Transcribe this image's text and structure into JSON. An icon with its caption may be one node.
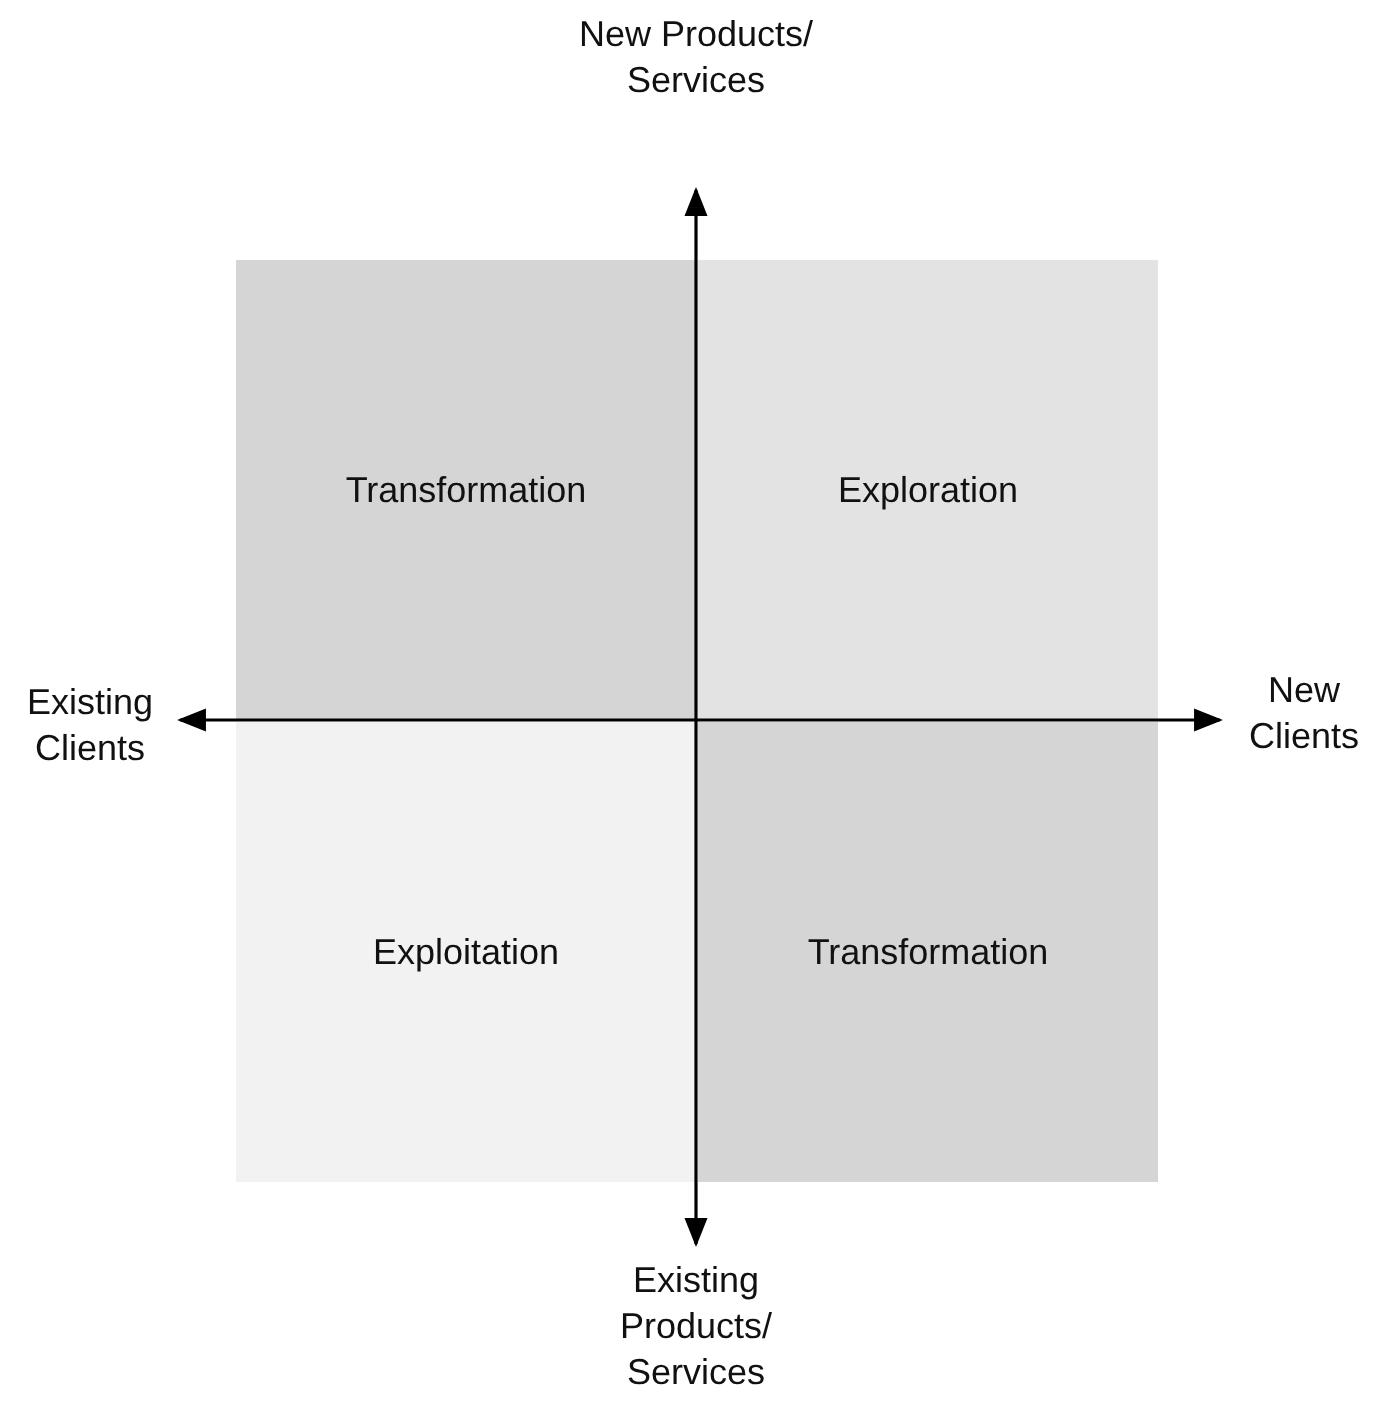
{
  "diagram": {
    "nodes": [
      {
        "text": [
          "Transformation"
        ]
      },
      {
        "text": [
          "Exploration"
        ]
      },
      {
        "text": [
          "Exploitation"
        ]
      },
      {
        "text": [
          "Transformation"
        ]
      }
    ],
    "labels": [
      "New Products/ Services",
      "Existing Clients",
      "New Clients",
      "Existing Products/ Services"
    ]
  }
}
